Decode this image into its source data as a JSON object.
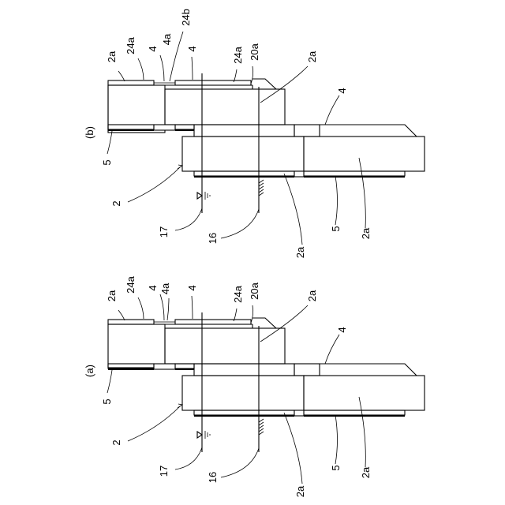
{
  "figures": [
    {
      "id": "b",
      "label": "(b)",
      "refs": {
        "r_2a_top": "2a",
        "r_24a_top": "24a",
        "r_4_top": "4",
        "r_4a": "4a",
        "r_24b": "24b",
        "r_4_top2": "4",
        "r_24a_mid": "24a",
        "r_20a": "20a",
        "r_2a_right": "2a",
        "r_4_right": "4",
        "r_5_left": "5",
        "r_2": "2",
        "r_17": "17",
        "r_16": "16",
        "r_2a_bottom": "2a",
        "r_5_bottom": "5",
        "r_2a_bottom2": "2a"
      }
    },
    {
      "id": "a",
      "label": "(a)",
      "refs": {
        "r_2a_top": "2a",
        "r_24a_top": "24a",
        "r_4_top": "4",
        "r_4a": "4a",
        "r_4_top2": "4",
        "r_24a_mid": "24a",
        "r_20a": "20a",
        "r_2a_right": "2a",
        "r_4_right": "4",
        "r_5_left": "5",
        "r_2": "2",
        "r_17": "17",
        "r_16": "16",
        "r_2a_bottom": "2a",
        "r_5_bottom": "5",
        "r_2a_bottom2": "2a"
      }
    }
  ]
}
